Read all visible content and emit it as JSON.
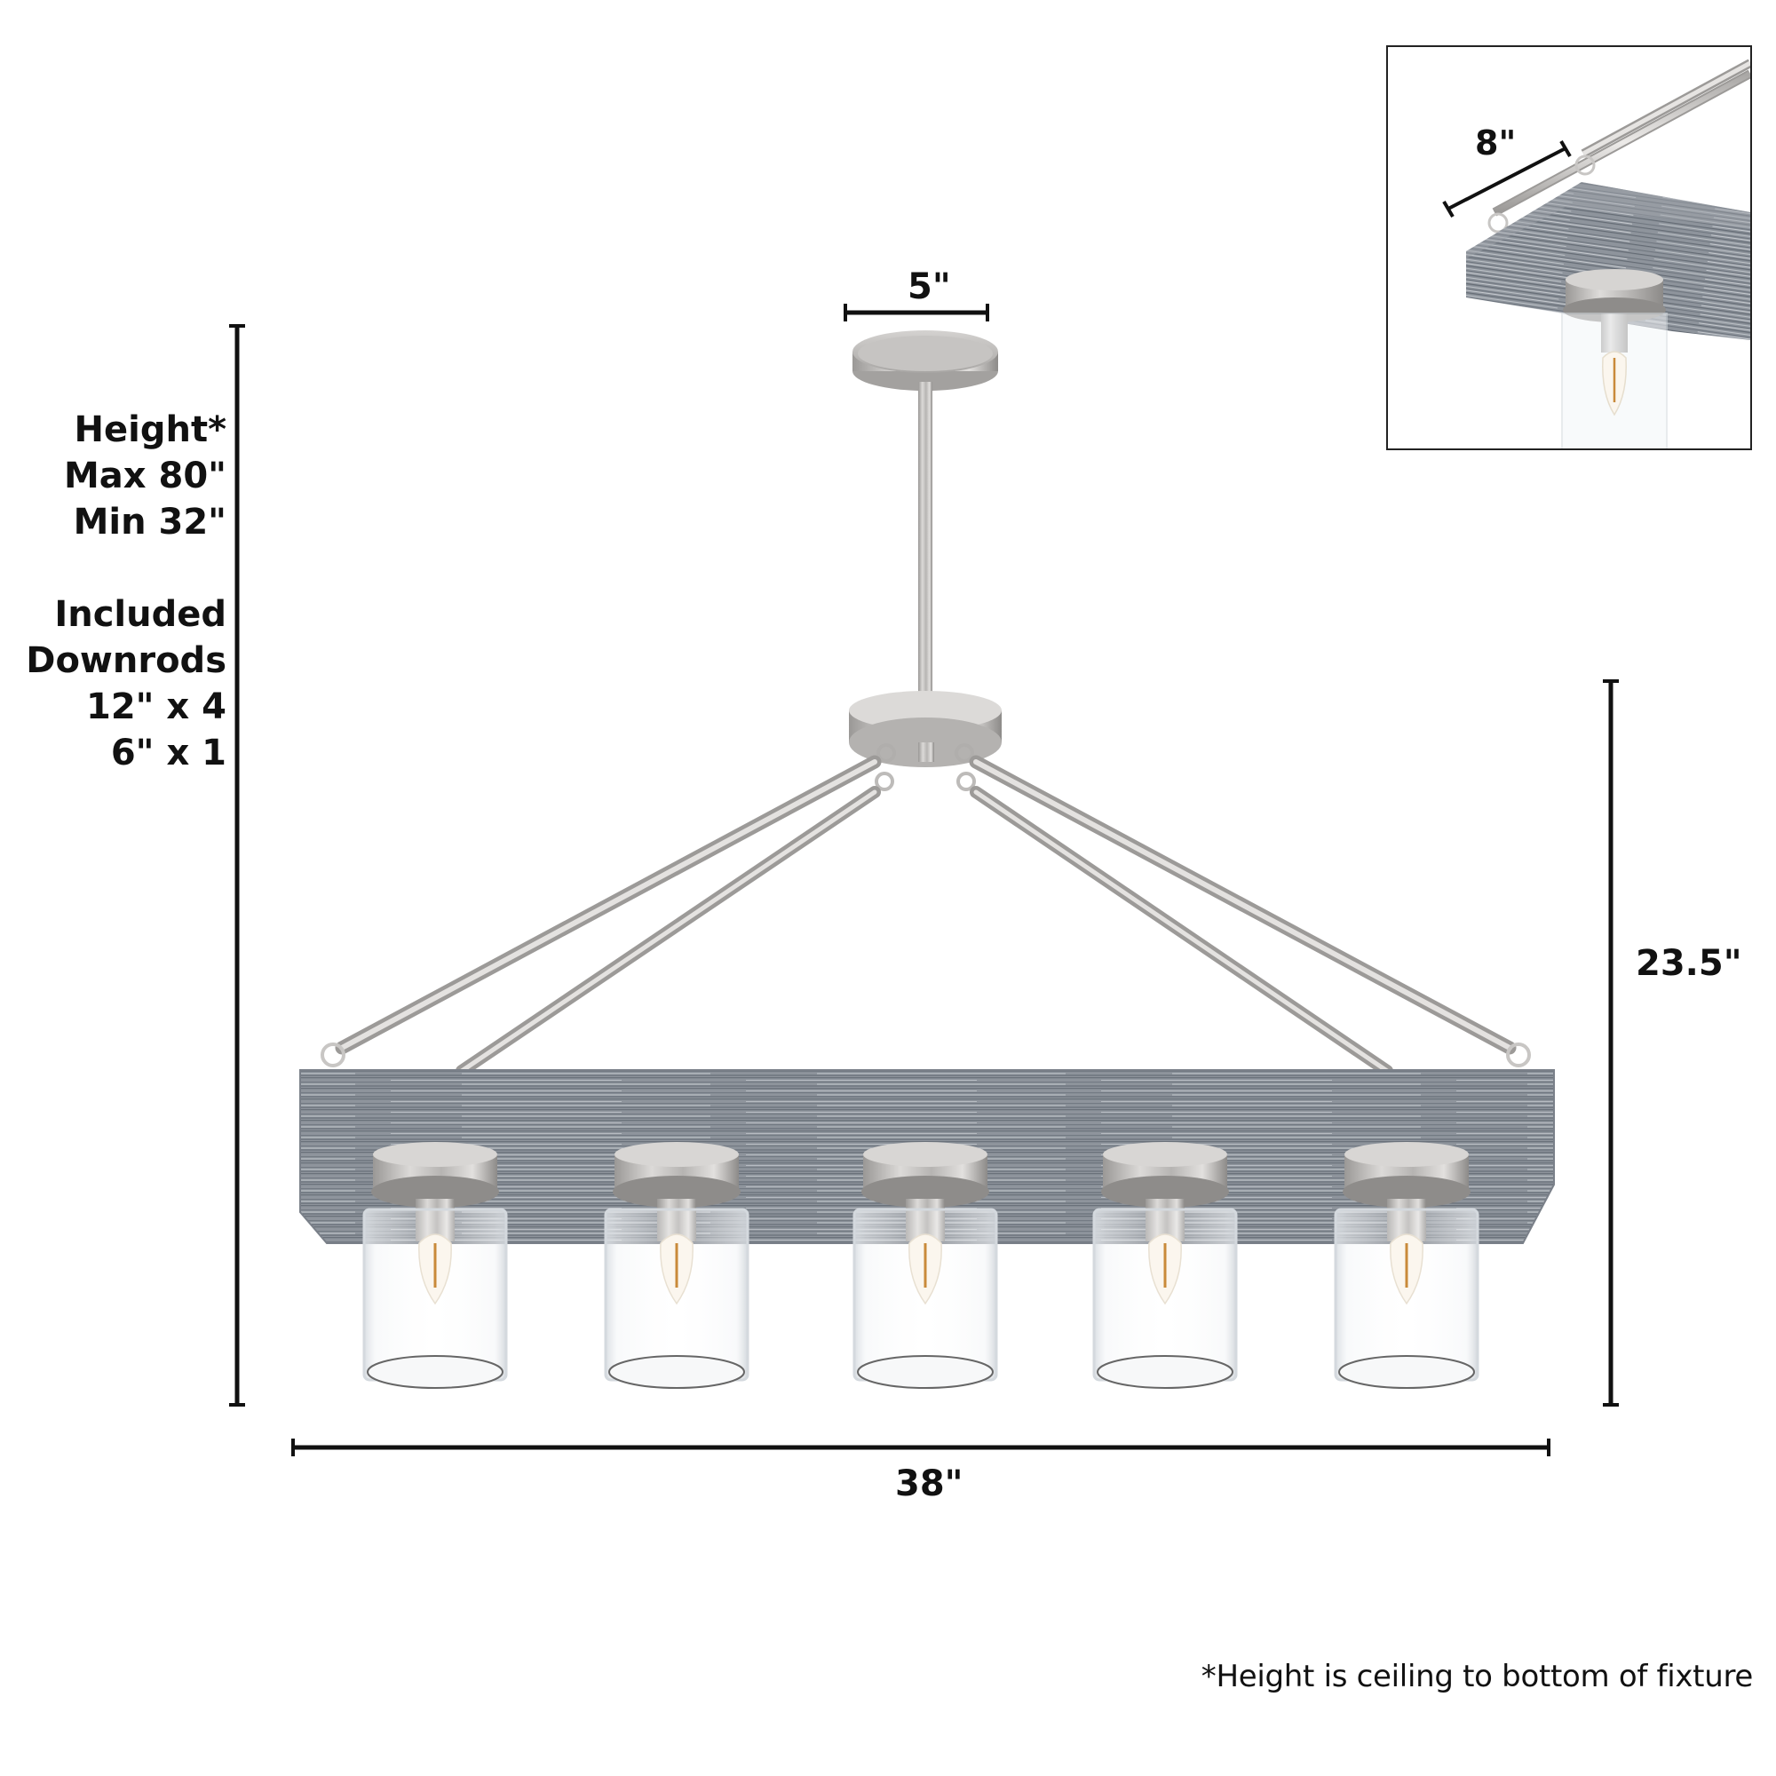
{
  "diagram": {
    "type": "product-dimension-diagram",
    "subject": "5-light linear chandelier with grey wood beam, brushed nickel hardware and clear cylinder glass shades",
    "dimensions": {
      "canopy_width": "5\"",
      "beam_depth": "8\"",
      "fixture_height": "23.5\"",
      "fixture_width": "38\""
    },
    "height_info": {
      "title": "Height*",
      "max": "Max 80\"",
      "min": "Min 32\""
    },
    "downrods": {
      "title_line1": "Included",
      "title_line2": "Downrods",
      "item1": "12\" x 4",
      "item2": "6\" x 1"
    },
    "footnote": "*Height is ceiling to bottom of fixture",
    "light_count": 5,
    "colors": {
      "beam_wood": "#8a9098",
      "beam_grain_dark": "#5f6670",
      "nickel": "#c4c2c0",
      "nickel_dark": "#8e8c8a",
      "glass_edge": "#d8dde2",
      "filament": "#c98a3a",
      "dimension_line": "#111111"
    }
  }
}
